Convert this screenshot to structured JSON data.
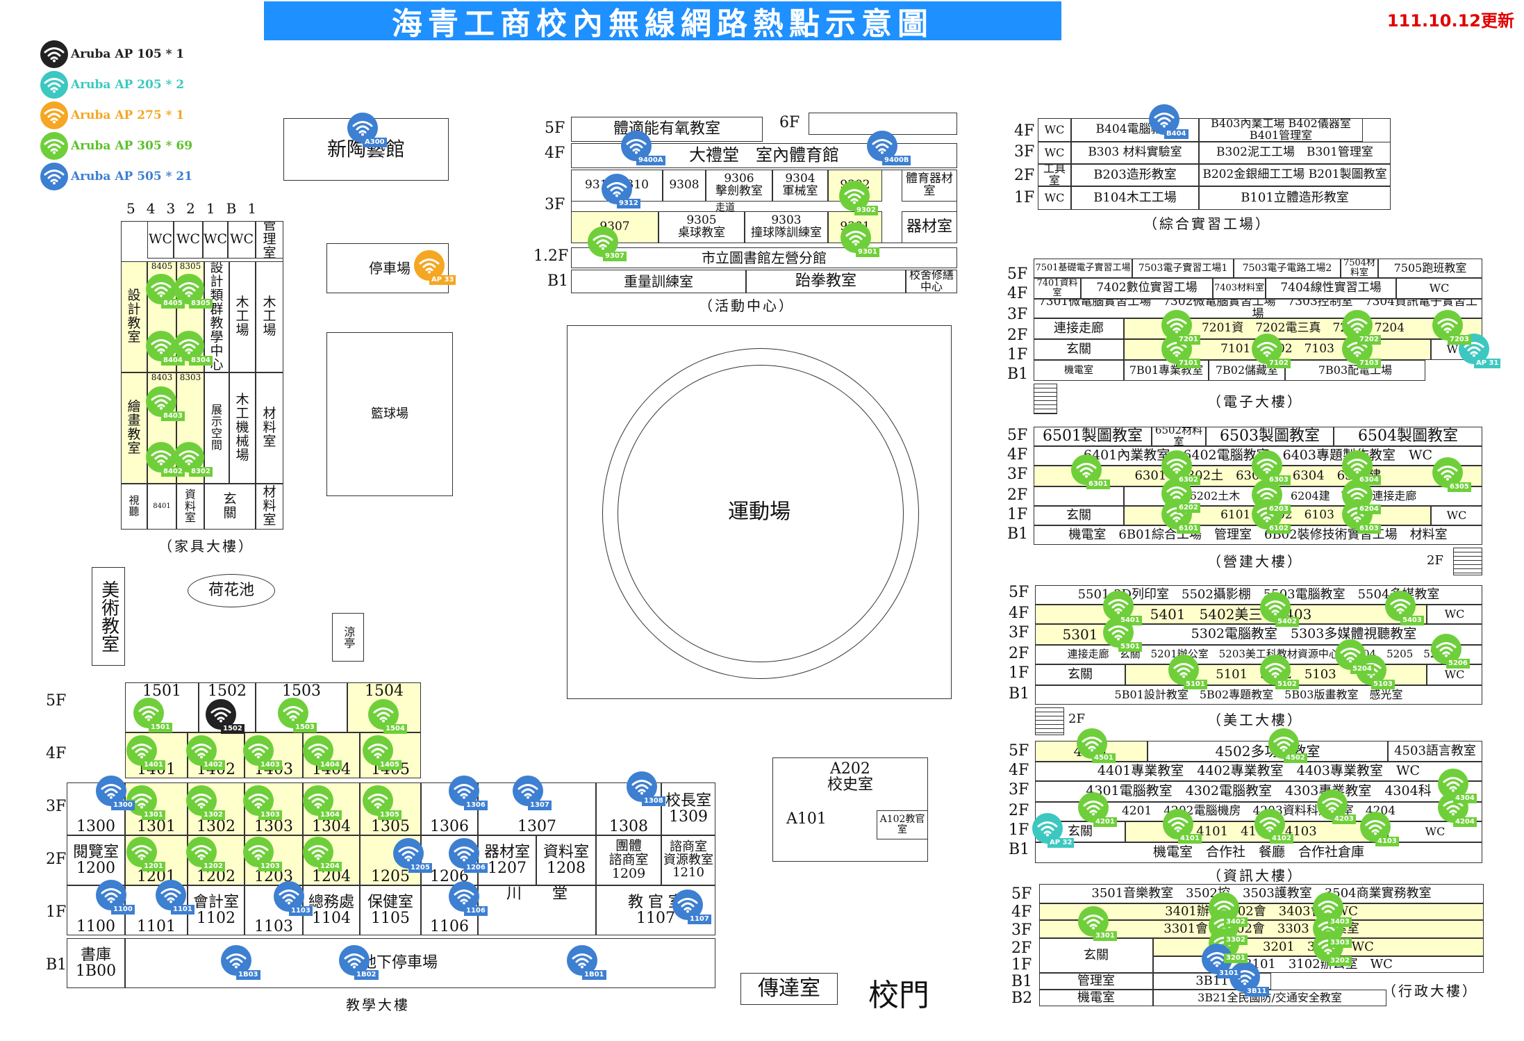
{
  "title": "海青工商校內無線網路熱點示意圖",
  "updated": "111.10.12更新",
  "legend": [
    {
      "label": "Aruba AP 105 * 1",
      "cls": "105",
      "color": "#222222"
    },
    {
      "label": "Aruba AP 205 * 2",
      "cls": "205",
      "color": "#3cc8c0"
    },
    {
      "label": "Aruba AP 275 * 1",
      "cls": "275",
      "color": "#f5a623"
    },
    {
      "label": "Aruba AP 305 * 69",
      "cls": "305",
      "color": "#6fcf3a"
    },
    {
      "label": "Aruba AP 505 * 21",
      "cls": "505",
      "color": "#3d7fd1"
    }
  ],
  "buildings": {
    "pottery": "新陶藝館",
    "parking": "停車場",
    "basketball": "籃球場",
    "lotus": "荷花池",
    "art": "美術教室",
    "pavilion": "涼亭",
    "field": "運動場",
    "history_a202": "A202",
    "history_name": "校史室",
    "a101": "A101",
    "a102": "A102教官室",
    "guard": "傳達室",
    "gate": "校門",
    "underground": "地下停車場"
  },
  "captions": {
    "furniture": "（家具大樓）",
    "activity": "（活動中心）",
    "workshop": "（綜合實習工場）",
    "electronic": "（電子大樓）",
    "construction": "（營建大樓）",
    "fineart": "（美工大樓）",
    "info": "（資訊大樓）",
    "teaching": "教學大樓",
    "admin": "（行政大樓）"
  },
  "aps": [
    {
      "label": "A300",
      "cls": "505"
    },
    {
      "label": "AP 33",
      "cls": "275"
    },
    {
      "label": "9400A",
      "cls": "505"
    },
    {
      "label": "9400B",
      "cls": "505"
    },
    {
      "label": "9312",
      "cls": "505"
    },
    {
      "label": "9302",
      "cls": "305"
    },
    {
      "label": "9307",
      "cls": "305"
    },
    {
      "label": "9301",
      "cls": "305"
    },
    {
      "label": "8405",
      "cls": "305"
    },
    {
      "label": "8305",
      "cls": "305"
    },
    {
      "label": "8404",
      "cls": "305"
    },
    {
      "label": "8304",
      "cls": "305"
    },
    {
      "label": "8403",
      "cls": "305"
    },
    {
      "label": "8402",
      "cls": "305"
    },
    {
      "label": "8302",
      "cls": "305"
    },
    {
      "label": "B404",
      "cls": "505"
    },
    {
      "label": "7201",
      "cls": "305"
    },
    {
      "label": "7202",
      "cls": "305"
    },
    {
      "label": "7203",
      "cls": "305"
    },
    {
      "label": "7101",
      "cls": "305"
    },
    {
      "label": "7102",
      "cls": "305"
    },
    {
      "label": "7103",
      "cls": "305"
    },
    {
      "label": "AP 31",
      "cls": "205"
    },
    {
      "label": "6301",
      "cls": "305"
    },
    {
      "label": "6302",
      "cls": "305"
    },
    {
      "label": "6303",
      "cls": "305"
    },
    {
      "label": "6304",
      "cls": "305"
    },
    {
      "label": "6305",
      "cls": "305"
    },
    {
      "label": "6202",
      "cls": "305"
    },
    {
      "label": "6203",
      "cls": "305"
    },
    {
      "label": "6204",
      "cls": "305"
    },
    {
      "label": "6101",
      "cls": "305"
    },
    {
      "label": "6102",
      "cls": "305"
    },
    {
      "label": "6103",
      "cls": "305"
    },
    {
      "label": "5401",
      "cls": "305"
    },
    {
      "label": "5402",
      "cls": "305"
    },
    {
      "label": "5403",
      "cls": "305"
    },
    {
      "label": "5301",
      "cls": "305"
    },
    {
      "label": "5204",
      "cls": "305"
    },
    {
      "label": "5206",
      "cls": "305"
    },
    {
      "label": "5101",
      "cls": "305"
    },
    {
      "label": "5102",
      "cls": "305"
    },
    {
      "label": "5103",
      "cls": "305"
    },
    {
      "label": "4501",
      "cls": "305"
    },
    {
      "label": "4502",
      "cls": "305"
    },
    {
      "label": "4304",
      "cls": "305"
    },
    {
      "label": "4201",
      "cls": "305"
    },
    {
      "label": "4203",
      "cls": "305"
    },
    {
      "label": "4204",
      "cls": "305"
    },
    {
      "label": "4101",
      "cls": "305"
    },
    {
      "label": "4102",
      "cls": "305"
    },
    {
      "label": "4103",
      "cls": "305"
    },
    {
      "label": "AP 32",
      "cls": "205"
    },
    {
      "label": "3402",
      "cls": "305"
    },
    {
      "label": "3403",
      "cls": "305"
    },
    {
      "label": "3301",
      "cls": "305"
    },
    {
      "label": "3302",
      "cls": "305"
    },
    {
      "label": "3303",
      "cls": "305"
    },
    {
      "label": "3201",
      "cls": "305"
    },
    {
      "label": "3202",
      "cls": "305"
    },
    {
      "label": "3101",
      "cls": "505"
    },
    {
      "label": "3B11",
      "cls": "505"
    },
    {
      "label": "1501",
      "cls": "305"
    },
    {
      "label": "1502",
      "cls": "105"
    },
    {
      "label": "1503",
      "cls": "305"
    },
    {
      "label": "1504",
      "cls": "305"
    },
    {
      "label": "1401",
      "cls": "305"
    },
    {
      "label": "1402",
      "cls": "305"
    },
    {
      "label": "1403",
      "cls": "305"
    },
    {
      "label": "1404",
      "cls": "305"
    },
    {
      "label": "1405",
      "cls": "305"
    },
    {
      "label": "1300",
      "cls": "505"
    },
    {
      "label": "1301",
      "cls": "305"
    },
    {
      "label": "1302",
      "cls": "305"
    },
    {
      "label": "1303",
      "cls": "305"
    },
    {
      "label": "1304",
      "cls": "305"
    },
    {
      "label": "1305",
      "cls": "305"
    },
    {
      "label": "1306",
      "cls": "505"
    },
    {
      "label": "1307",
      "cls": "505"
    },
    {
      "label": "1308",
      "cls": "505"
    },
    {
      "label": "1201",
      "cls": "305"
    },
    {
      "label": "1202",
      "cls": "305"
    },
    {
      "label": "1203",
      "cls": "305"
    },
    {
      "label": "1204",
      "cls": "305"
    },
    {
      "label": "1205",
      "cls": "505"
    },
    {
      "label": "1206",
      "cls": "505"
    },
    {
      "label": "1100",
      "cls": "505"
    },
    {
      "label": "1101",
      "cls": "505"
    },
    {
      "label": "1103",
      "cls": "505"
    },
    {
      "label": "1106",
      "cls": "505"
    },
    {
      "label": "1107",
      "cls": "505"
    },
    {
      "label": "1B03",
      "cls": "505"
    },
    {
      "label": "1B02",
      "cls": "505"
    },
    {
      "label": "1B01",
      "cls": "505"
    }
  ]
}
